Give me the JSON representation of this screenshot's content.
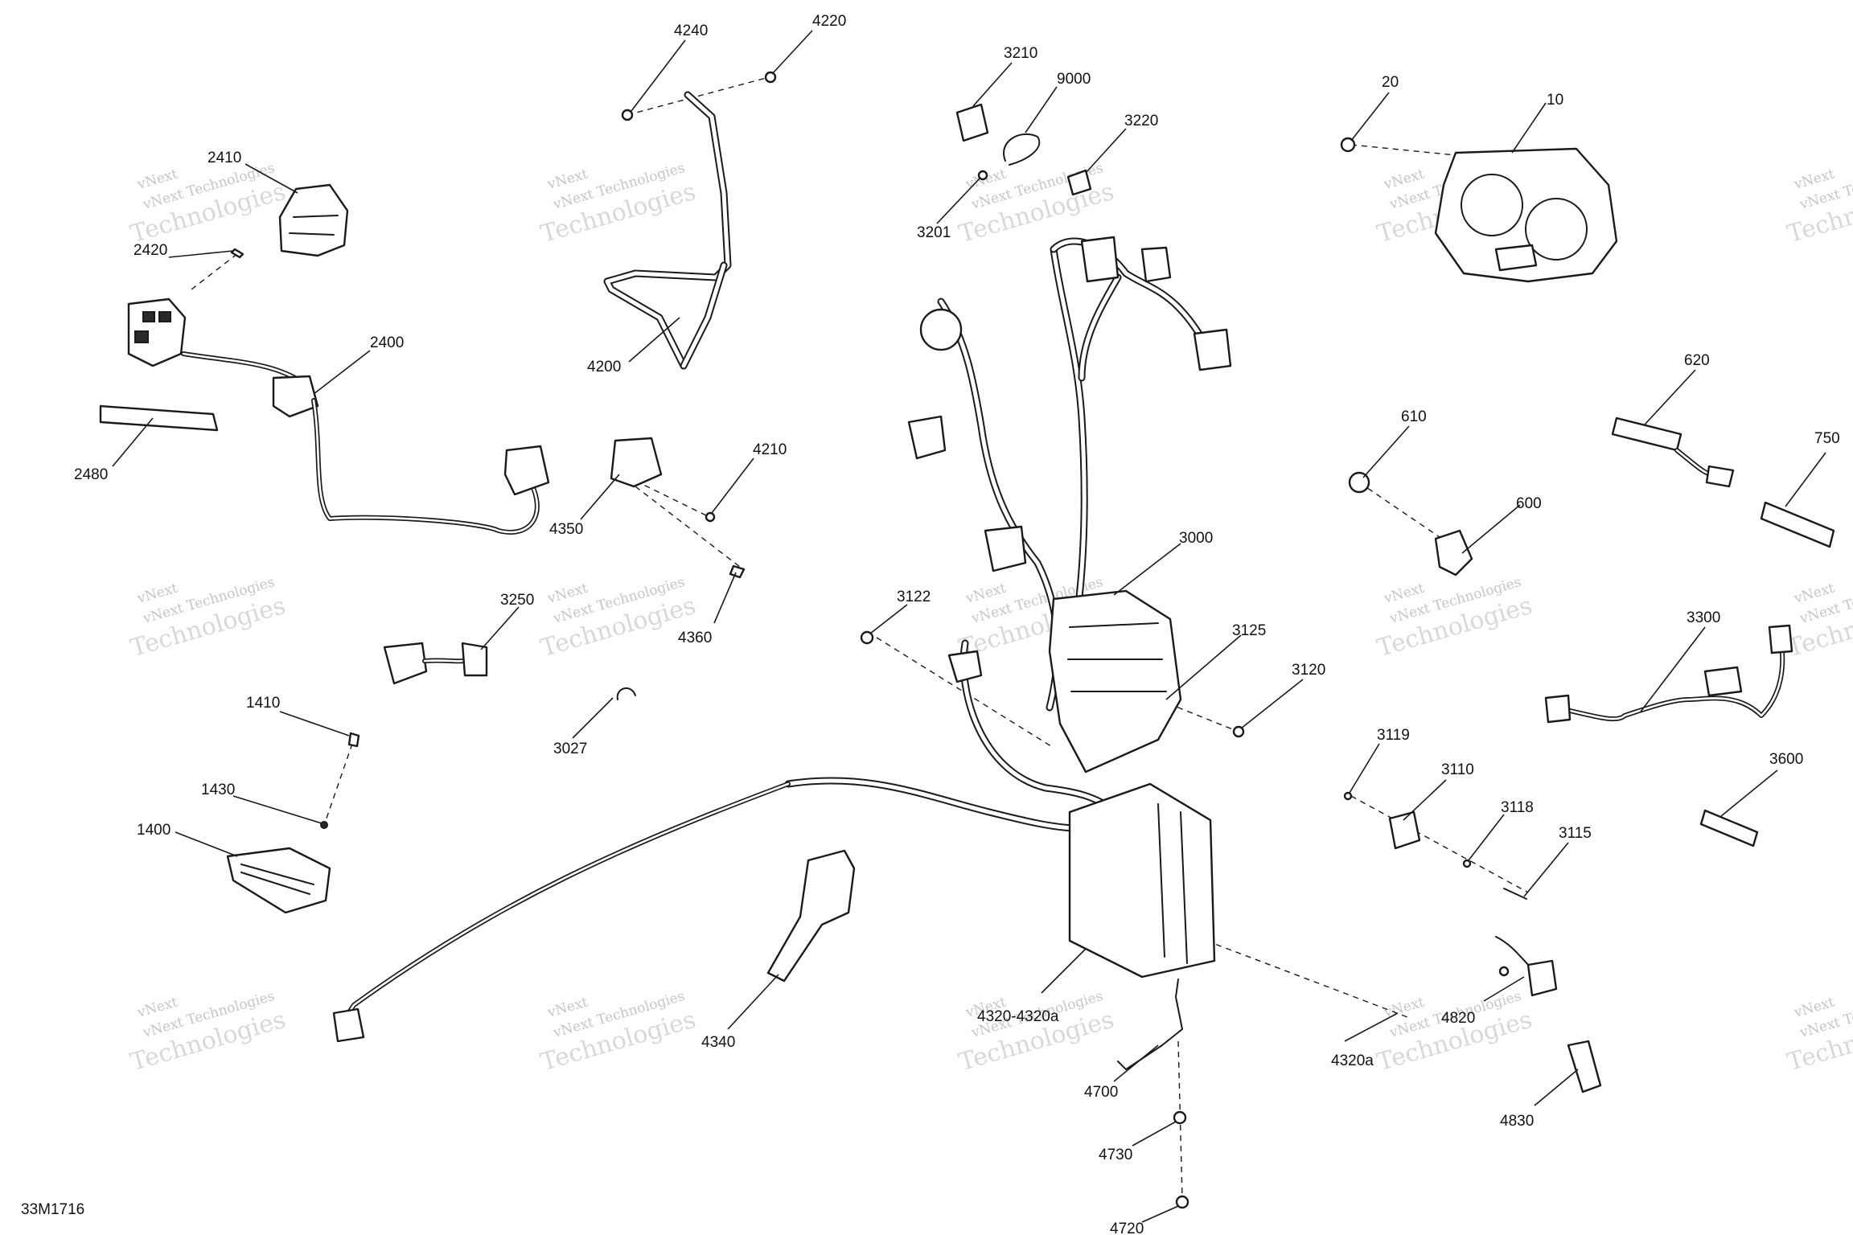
{
  "diagram": {
    "id_label": "33M1716",
    "watermark": {
      "line1": "vNext Technologies",
      "line2": "Technologies",
      "cap": "vNext"
    },
    "callouts": {
      "c4240": "4240",
      "c4220": "4220",
      "c3210": "3210",
      "c9000": "9000",
      "c3220": "3220",
      "c3201": "3201",
      "c20": "20",
      "c10": "10",
      "c2410": "2410",
      "c2420": "2420",
      "c4200": "4200",
      "c2400": "2400",
      "c2480": "2480",
      "c620": "620",
      "c610": "610",
      "c750": "750",
      "c4210": "4210",
      "c4350": "4350",
      "c600": "600",
      "c3000": "3000",
      "c4360": "4360",
      "c3250": "3250",
      "c3122": "3122",
      "c3125": "3125",
      "c3120": "3120",
      "c3300": "3300",
      "c3027": "3027",
      "c1410": "1410",
      "c3119": "3119",
      "c3110": "3110",
      "c3600": "3600",
      "c1430": "1430",
      "c3118": "3118",
      "c3115": "3115",
      "c1400": "1400",
      "c4340": "4340",
      "c4320": "4320-4320a",
      "c4820": "4820",
      "c4320a": "4320a",
      "c4700": "4700",
      "c4830": "4830",
      "c4730": "4730",
      "c4720": "4720"
    }
  }
}
